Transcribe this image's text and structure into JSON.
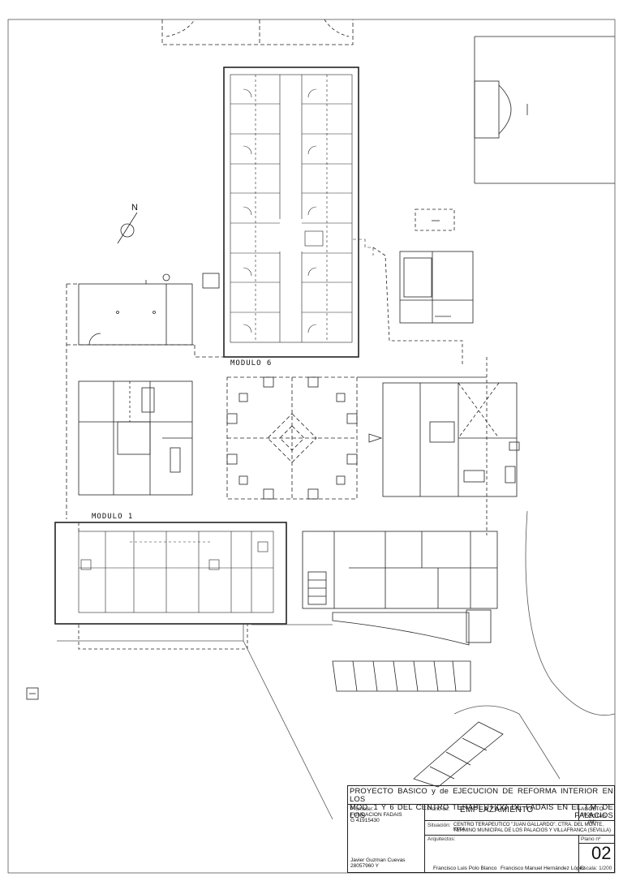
{
  "plan": {
    "module_6_label": "MODULO 6",
    "module_1_label": "MODULO 1",
    "north_label": "N"
  },
  "title_block": {
    "project_title_line1": "PROYECTO BASICO y de EJECUCION DE REFORMA INTERIOR EN LOS",
    "project_title_line2": "MOD. 1 Y 6 DEL CENTRO TERAPEUTICO DE FADAIS EN EL T.M. DE LOS PALACIOS",
    "promotor_label": "Promotor:",
    "promotor_name": "FUNDACION FADAIS",
    "promotor_id": "G 41915430",
    "plano_de_label": "Plano de:",
    "plano_de_value": "EMPLAZAMIENTO",
    "date": "AGOSTO 2009",
    "units": "COTAS (M)",
    "situacion_label": "Situación:",
    "situacion_line1": "CENTRO TERAPEUTICO \"JUAN GALLARDO\". CTRA. DEL MONTE, KM.4",
    "situacion_line2": "TERMINO MUNICIPAL DE LOS PALACIOS Y VILLAFRANCA (SEVILLA)",
    "arquitectos_label": "Arquitectos:",
    "plano_n_label": "Plano nº",
    "plano_n": "02",
    "escala": "Escala: 1/200",
    "author1_name": "Javier Guzman Cuevas",
    "author1_id": "28057960 Y",
    "architect1": "Francisco Luis Polo Blanco",
    "architect2": "Francisco Manuel Hernández López"
  }
}
